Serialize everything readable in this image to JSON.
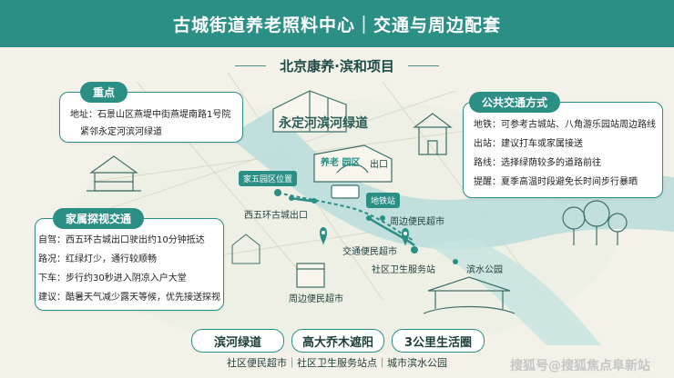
{
  "header": {
    "title": "古城街道养老照料中心｜交通与周边配套"
  },
  "project": {
    "title": "北京康养·滨和项目"
  },
  "key_card": {
    "title": "重点",
    "lines": [
      "地址：石景山区燕堤中街燕堤南路1号院",
      "紧邻永定河滨河绿道"
    ]
  },
  "transit_card": {
    "title": "公共交通方式",
    "lines": [
      "地铁：可参考古城站、八角游乐园站周边路线",
      "出站：建议打车或家属接送",
      "路线：选择绿荫较多的道路前往",
      "提醒：夏季高温时段避免长时间步行暴晒"
    ]
  },
  "family_card": {
    "title": "家属探视交通",
    "lines": [
      "自驾：西五环古城出口驶出约10分钟抵达",
      "路况：红绿灯少，通行较顺畅",
      "下车：步行约30秒进入阴凉入户大堂",
      "建议：酷暑天气减少露天等候，优先接送探视"
    ]
  },
  "map": {
    "river_label": "永定河滨河绿道",
    "yikang_label": "养老  园区",
    "exit_label": "出口",
    "yiwu_tag": "家五园区位置",
    "subway_tag": "地铁站",
    "west_exit": "西五环古城出口",
    "supermarket_right": "周边便民超市",
    "convenience": "交通便民超市",
    "health_station": "社区卫生服务站",
    "park": "滨水公园",
    "supermarket_bottom": "周边便民超市"
  },
  "pills": [
    "滨河绿道",
    "高大乔木遮阳",
    "3公里生活圈"
  ],
  "footer": {
    "text": "社区便民超市｜社区卫生服务站点｜城市滨水公园"
  },
  "watermark": "搜狐号@搜狐焦点阜新站",
  "colors": {
    "primary": "#2b8f86",
    "river": "#b9dcdb",
    "background": "#f4f2e8"
  }
}
